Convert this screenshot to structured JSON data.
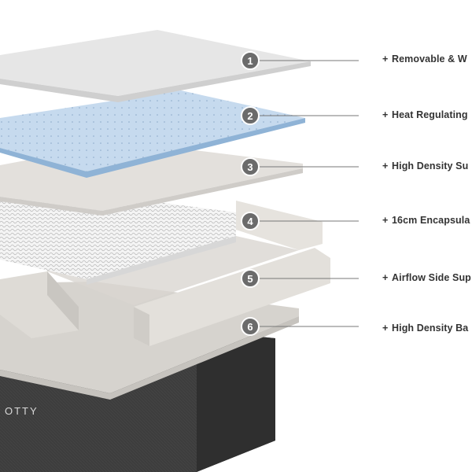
{
  "brand": "OTTY",
  "layers": [
    {
      "number": "1",
      "label": "Removable & W"
    },
    {
      "number": "2",
      "label": "Heat Regulating"
    },
    {
      "number": "3",
      "label": "High Density Su"
    },
    {
      "number": "4",
      "label": "16cm Encapsula"
    },
    {
      "number": "5",
      "label": "Airflow Side Sup"
    },
    {
      "number": "6",
      "label": "High Density Ba"
    }
  ],
  "marker_glyph": "+",
  "colors": {
    "cover": "#e4e4e4",
    "gel_foam": "#c7dcef",
    "support_foam": "#e2dfdb",
    "springs": "#efefef",
    "side_supports": "#dcd9d4",
    "base_foam": "#d8d5d0",
    "base_fabric": "#3b3b3b",
    "badge": "#6b6b6b"
  }
}
